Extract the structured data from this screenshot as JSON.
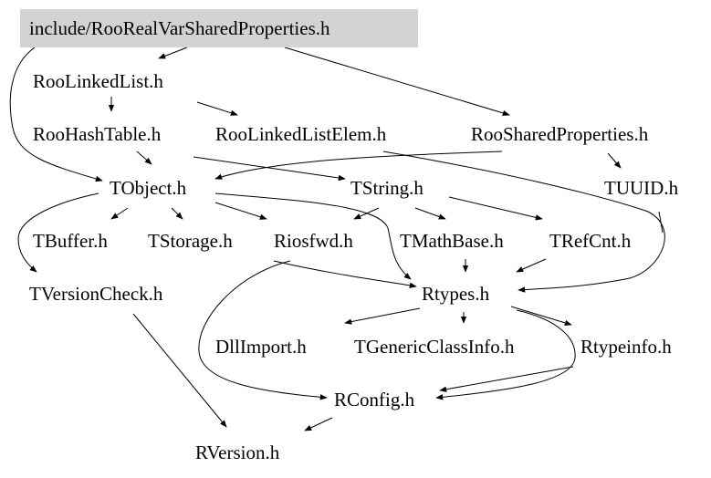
{
  "graph": {
    "root": "include/RooRealVarSharedProperties.h",
    "nodes": {
      "root": "include/RooRealVarSharedProperties.h",
      "roolinkedlist": "RooLinkedList.h",
      "roohashtable": "RooHashTable.h",
      "roolinkedlistelem": "RooLinkedListElem.h",
      "roosharedproperties": "RooSharedProperties.h",
      "tobject": "TObject.h",
      "tstring": "TString.h",
      "tuuid": "TUUID.h",
      "tbuffer": "TBuffer.h",
      "tstorage": "TStorage.h",
      "riosfwd": "Riosfwd.h",
      "tmathbase": "TMathBase.h",
      "trefcnt": "TRefCnt.h",
      "tversioncheck": "TVersionCheck.h",
      "rtypes": "Rtypes.h",
      "dllimport": "DllImport.h",
      "tgenericclassinfo": "TGenericClassInfo.h",
      "rtypeinfo": "Rtypeinfo.h",
      "rconfig": "RConfig.h",
      "rversion": "RVersion.h"
    },
    "edges": [
      [
        "root",
        "roolinkedlist"
      ],
      [
        "root",
        "roosharedproperties"
      ],
      [
        "root",
        "tobject"
      ],
      [
        "roolinkedlist",
        "roohashtable"
      ],
      [
        "roolinkedlist",
        "roolinkedlistelem"
      ],
      [
        "roohashtable",
        "tobject"
      ],
      [
        "roohashtable",
        "tstring"
      ],
      [
        "roosharedproperties",
        "tobject"
      ],
      [
        "roosharedproperties",
        "tuuid"
      ],
      [
        "roolinkedlistelem",
        "rtypes"
      ],
      [
        "tobject",
        "tbuffer"
      ],
      [
        "tobject",
        "tstorage"
      ],
      [
        "tobject",
        "riosfwd"
      ],
      [
        "tobject",
        "rtypes"
      ],
      [
        "tobject",
        "tversioncheck"
      ],
      [
        "tstring",
        "riosfwd"
      ],
      [
        "tstring",
        "tmathbase"
      ],
      [
        "tstring",
        "trefcnt"
      ],
      [
        "tuuid",
        "rtypes"
      ],
      [
        "tmathbase",
        "rtypes"
      ],
      [
        "trefcnt",
        "rtypes"
      ],
      [
        "riosfwd",
        "rtypes"
      ],
      [
        "riosfwd",
        "rconfig"
      ],
      [
        "tversioncheck",
        "rversion"
      ],
      [
        "rtypes",
        "dllimport"
      ],
      [
        "rtypes",
        "tgenericclassinfo"
      ],
      [
        "rtypes",
        "rtypeinfo"
      ],
      [
        "rtypes",
        "rconfig"
      ],
      [
        "rtypeinfo",
        "rconfig"
      ],
      [
        "rconfig",
        "rversion"
      ]
    ]
  }
}
